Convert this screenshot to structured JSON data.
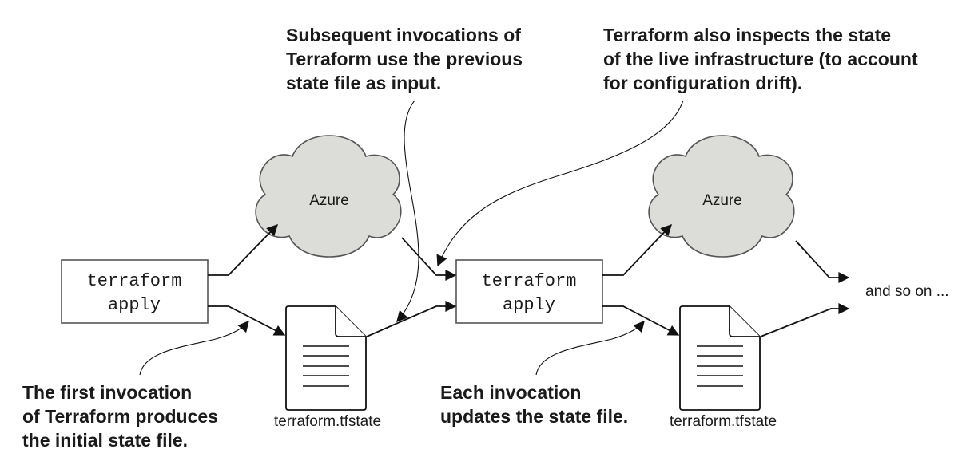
{
  "callouts": {
    "subsequent": [
      "Subsequent invocations of",
      "Terraform use the previous",
      "state file as input."
    ],
    "inspects": [
      "Terraform also inspects the state",
      "of the live infrastructure (to account",
      "for configuration drift)."
    ],
    "first": [
      "The first invocation",
      "of Terraform produces",
      "the initial state file."
    ],
    "each": [
      "Each invocation",
      "updates the state file."
    ]
  },
  "nodes": {
    "apply1": [
      "terraform",
      "apply"
    ],
    "apply2": [
      "terraform",
      "apply"
    ],
    "cloud1": "Azure",
    "cloud2": "Azure",
    "state1": "terraform.tfstate",
    "state2": "terraform.tfstate",
    "continuation": "and so on ..."
  },
  "colors": {
    "cloud_fill": "#dcdcd8",
    "stroke": "#111111"
  }
}
